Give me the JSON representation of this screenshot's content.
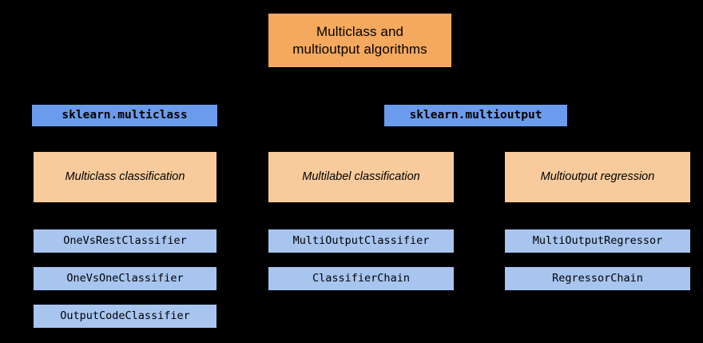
{
  "diagram": {
    "background_color": "#000000",
    "title_node": {
      "label": "Multiclass and\nmultioutput algorithms",
      "color": "#f4a95e"
    },
    "modules": [
      {
        "label": "sklearn.multiclass",
        "color": "#6b9bec"
      },
      {
        "label": "sklearn.multioutput",
        "color": "#6b9bec"
      }
    ],
    "tasks": [
      {
        "label": "Multiclass classification",
        "color": "#f9cb9c"
      },
      {
        "label": "Multilabel classification",
        "color": "#f9cb9c"
      },
      {
        "label": "Multioutput regression",
        "color": "#f9cb9c"
      }
    ],
    "estimators": {
      "color": "#a8c5f0",
      "multiclass_classification": [
        "OneVsRestClassifier",
        "OneVsOneClassifier",
        "OutputCodeClassifier"
      ],
      "multilabel_classification": [
        "MultiOutputClassifier",
        "ClassifierChain"
      ],
      "multioutput_regression": [
        "MultiOutputRegressor",
        "RegressorChain"
      ]
    }
  }
}
